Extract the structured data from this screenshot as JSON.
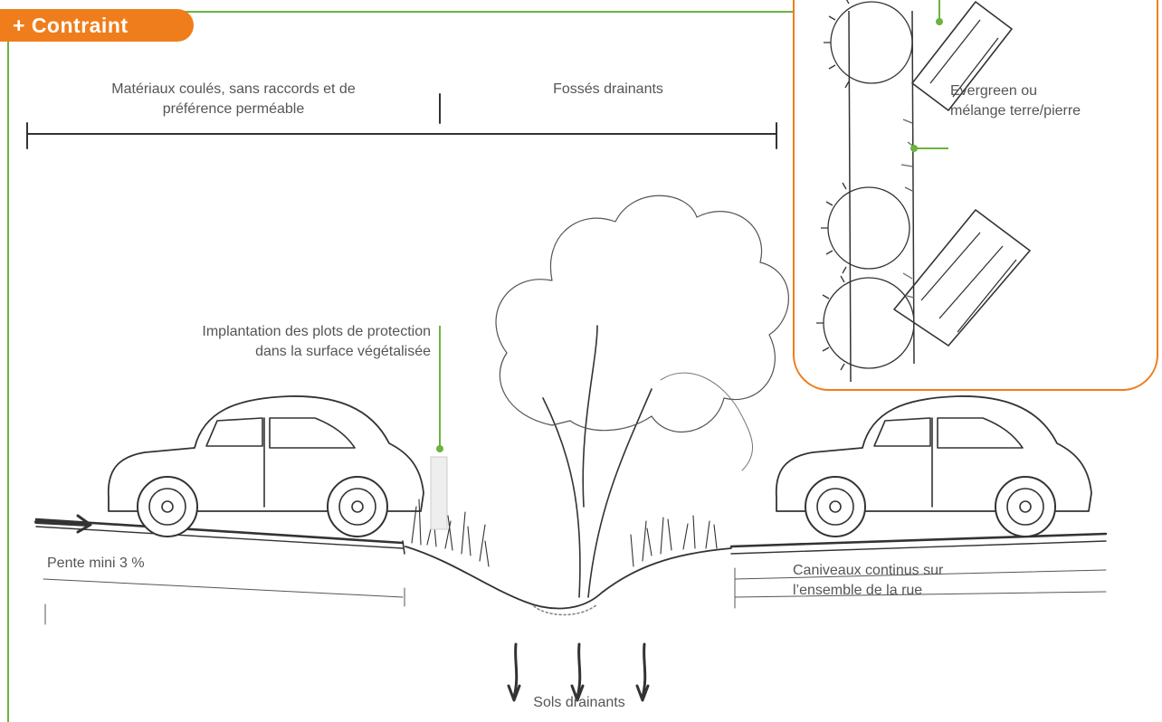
{
  "badge": {
    "label": "+ Contraint"
  },
  "labels": {
    "materials_line1": "Matériaux coulés, sans raccords et de",
    "materials_line2": "préférence perméable",
    "ditches": "Fossés drainants",
    "bollards_line1": "Implantation des plots de protection",
    "bollards_line2": "dans la surface végétalisée",
    "slope": "Pente mini 3 %",
    "gutters_line1": "Caniveaux continus sur",
    "gutters_line2": "l’ensemble de la rue",
    "soils": "Sols drainants",
    "inset_line1": "Evergreen ou",
    "inset_line2": "mélange terre/pierre"
  },
  "colors": {
    "accent_orange": "#f07d1b",
    "leader_green": "#6cb33f",
    "sketch": "#333333"
  }
}
